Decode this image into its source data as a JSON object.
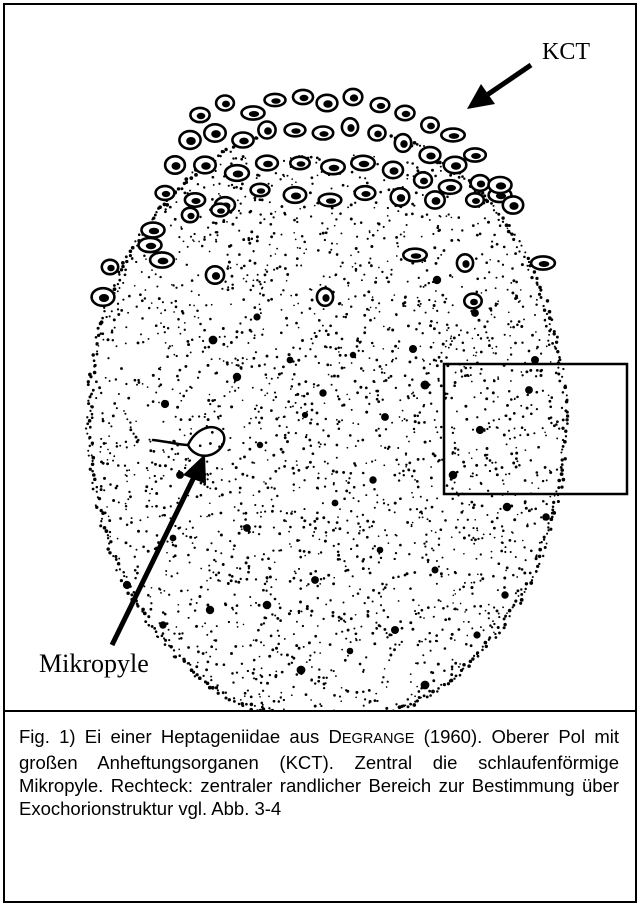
{
  "figure": {
    "labels": {
      "kct": "KCT",
      "mikropyle": "Mikropyle"
    }
  },
  "caption": {
    "prefix": "Fig. 1) Ei einer Heptageniidae aus ",
    "author_initial": "D",
    "author_rest": "EGRANGE",
    "suffix": " (1960). Oberer Pol mit großen Anheftungsorganen (KCT). Zentral die schlaufenförmige Mikropyle. Rechteck: zentraler randlicher Bereich zur Bestimmung über Exochorionstruktur vgl. Abb. 3-4"
  },
  "colors": {
    "ink": "#000000",
    "background": "#ffffff"
  }
}
